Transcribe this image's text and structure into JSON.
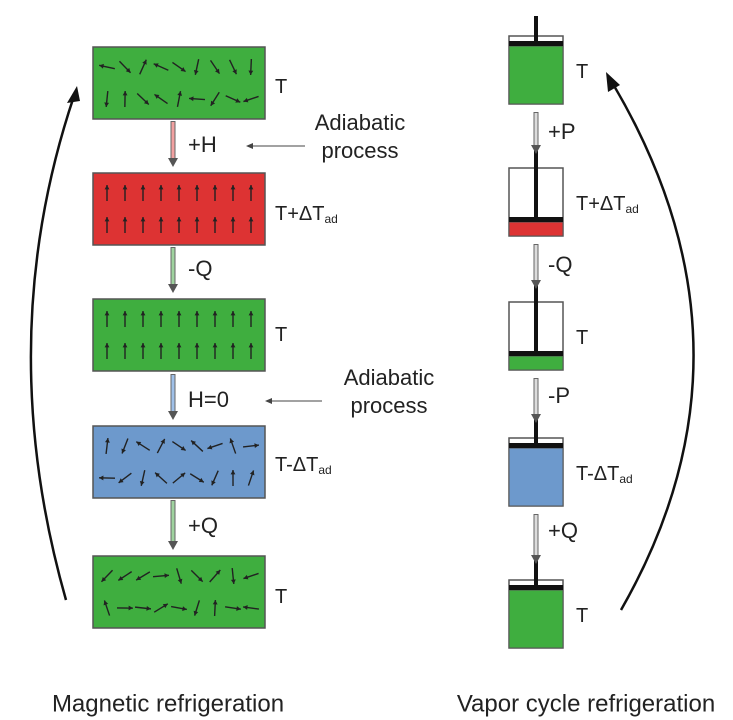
{
  "colors": {
    "green": "#3fae3f",
    "red": "#dd3333",
    "blue": "#6d99cc",
    "outline": "#555555",
    "ink": "#222222",
    "piston": "#111111"
  },
  "magnetic": {
    "title": "Magnetic refrigeration",
    "states": [
      {
        "color": "green",
        "spins": "random",
        "temp": {
          "base": "T",
          "sign": "",
          "sub": ""
        }
      },
      {
        "color": "red",
        "spins": "aligned",
        "temp": {
          "base": "T",
          "sign": "+ΔT",
          "sub": "ad"
        }
      },
      {
        "color": "green",
        "spins": "aligned",
        "temp": {
          "base": "T",
          "sign": "",
          "sub": ""
        }
      },
      {
        "color": "blue",
        "spins": "random",
        "temp": {
          "base": "T",
          "sign": "-ΔT",
          "sub": "ad"
        }
      },
      {
        "color": "green",
        "spins": "random",
        "temp": {
          "base": "T",
          "sign": "",
          "sub": ""
        }
      }
    ],
    "steps": [
      {
        "label": "+H",
        "arrow_color": "red",
        "note": [
          "Adiabatic",
          "process"
        ]
      },
      {
        "label": "-Q",
        "arrow_color": "green",
        "note": []
      },
      {
        "label": "H=0",
        "arrow_color": "blue",
        "note": [
          "Adiabatic",
          "process"
        ]
      },
      {
        "label": "+Q",
        "arrow_color": "green",
        "note": []
      }
    ]
  },
  "vapor": {
    "title": "Vapor cycle refrigeration",
    "states": [
      {
        "fill": "green",
        "level": "full",
        "temp": {
          "base": "T",
          "sign": "",
          "sub": ""
        }
      },
      {
        "fill": "red",
        "level": "low",
        "temp": {
          "base": "T",
          "sign": "+ΔT",
          "sub": "ad"
        }
      },
      {
        "fill": "green",
        "level": "low",
        "temp": {
          "base": "T",
          "sign": "",
          "sub": ""
        }
      },
      {
        "fill": "blue",
        "level": "full",
        "temp": {
          "base": "T",
          "sign": "-ΔT",
          "sub": "ad"
        }
      },
      {
        "fill": "green",
        "level": "full",
        "temp": {
          "base": "T",
          "sign": "",
          "sub": ""
        }
      }
    ],
    "steps": [
      {
        "label": "+P"
      },
      {
        "label": "-Q"
      },
      {
        "label": "-P"
      },
      {
        "label": "+Q"
      }
    ]
  }
}
